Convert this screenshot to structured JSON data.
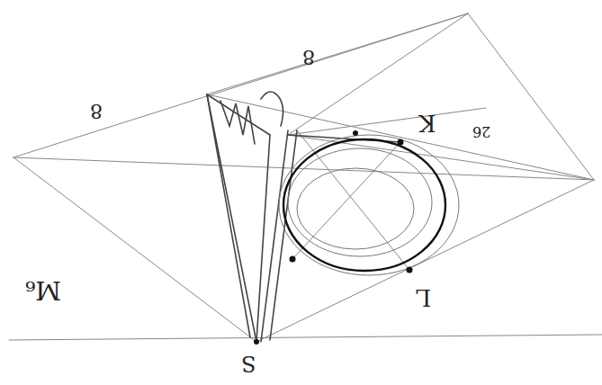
{
  "diagram": {
    "labels": [
      "8",
      "8",
      "K",
      "L",
      "S",
      "M₆",
      "26"
    ]
  }
}
